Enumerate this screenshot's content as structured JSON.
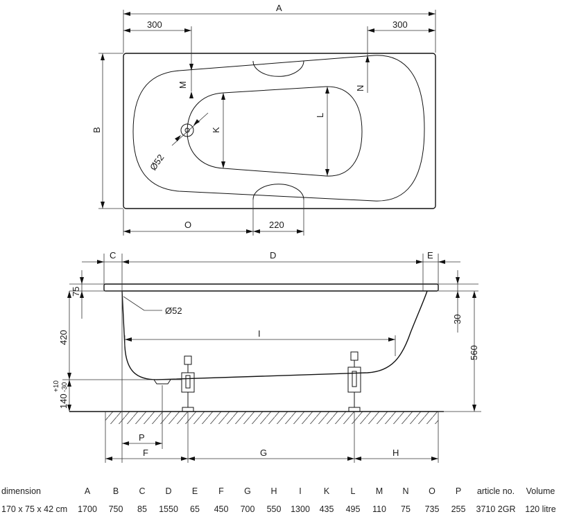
{
  "plan_view": {
    "labels": {
      "A": "A",
      "B": "B",
      "K": "K",
      "L": "L",
      "M": "M",
      "N": "N",
      "O": "O",
      "dim_300_left": "300",
      "dim_300_right": "300",
      "dim_220": "220",
      "drain_dia": "Ø52"
    }
  },
  "side_view": {
    "labels": {
      "C": "C",
      "D": "D",
      "E": "E",
      "F": "F",
      "G": "G",
      "H": "H",
      "I": "I",
      "P": "P",
      "dim_75": "75",
      "dim_420": "420",
      "dim_30": "30",
      "dim_560": "560",
      "dim_140": "140",
      "dim_tol_plus": "+10",
      "dim_tol_minus": "-30",
      "overflow_dia": "Ø52"
    }
  },
  "table": {
    "headers": [
      "dimension",
      "A",
      "B",
      "C",
      "D",
      "E",
      "F",
      "G",
      "H",
      "I",
      "K",
      "L",
      "M",
      "N",
      "O",
      "P",
      "article no.",
      "Volume"
    ],
    "row": [
      "170 x 75 x 42 cm",
      "1700",
      "750",
      "85",
      "1550",
      "65",
      "450",
      "700",
      "550",
      "1300",
      "435",
      "495",
      "110",
      "75",
      "735",
      "255",
      "3710 2GR",
      "120 litre"
    ]
  }
}
